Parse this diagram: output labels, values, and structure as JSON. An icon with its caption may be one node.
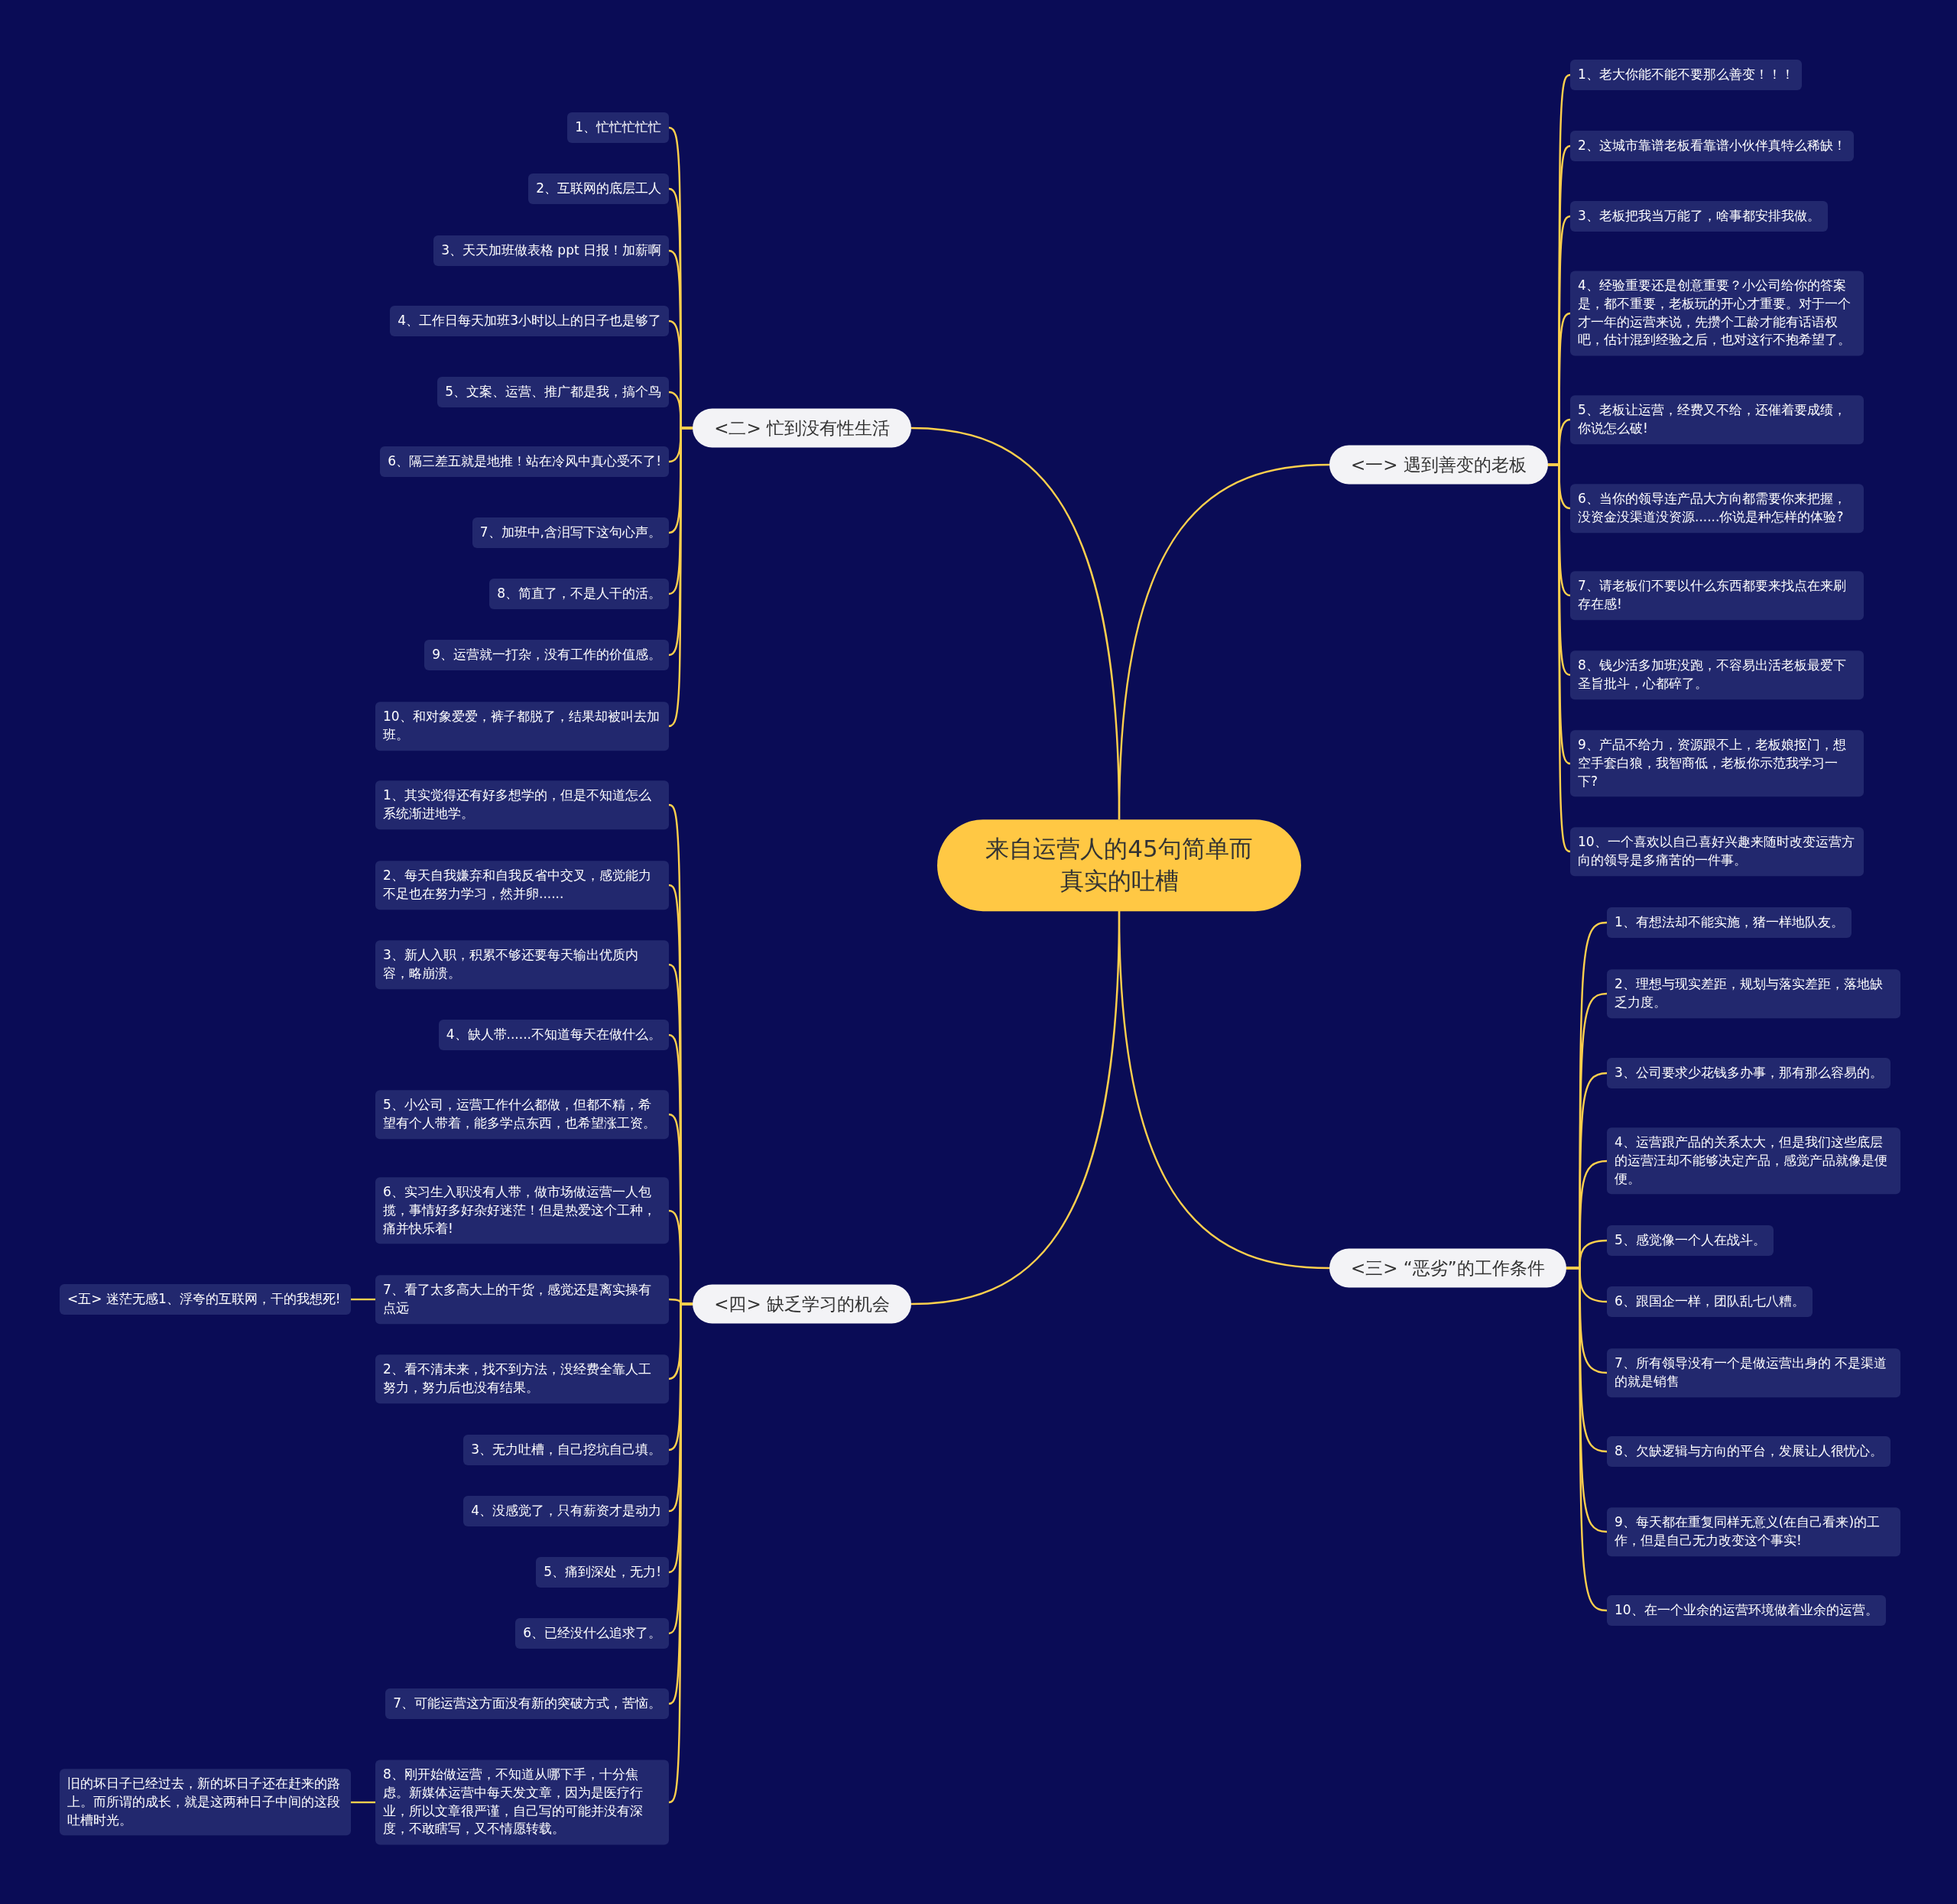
{
  "diagram": {
    "nodes": [
      {
        "text": [
          "来自运营人的45句简单而真实的吐槽"
        ]
      },
      {
        "text": [
          "<一> 遇到善变的老板"
        ]
      },
      {
        "text": [
          "1、老大你能不能不要那么善变！！！"
        ]
      },
      {
        "text": [
          "2、这城市靠谱老板看靠谱小伙伴真特么稀缺！"
        ]
      },
      {
        "text": [
          "3、老板把我当万能了，啥事都安排我做。"
        ]
      },
      {
        "text": [
          "4、经验重要还是创意重要？小公司给你的答案是，都不重要，老板玩的开心才重要。对于一个才一年的运营来说，先攒个工龄才能有话语权吧，估计混到经验之后，也对这行不抱希望了。"
        ]
      },
      {
        "text": [
          "5、老板让运营，经费又不给，还催着要成绩，你说怎么破!"
        ]
      },
      {
        "text": [
          "6、当你的领导连产品大方向都需要你来把握，没资金没渠道没资源......你说是种怎样的体验?"
        ]
      },
      {
        "text": [
          "7、请老板们不要以什么东西都要来找点在来刷存在感!"
        ]
      },
      {
        "text": [
          "8、钱少活多加班没跑，不容易出活老板最爱下圣旨批斗，心都碎了。"
        ]
      },
      {
        "text": [
          "9、产品不给力，资源跟不上，老板娘抠门，想空手套白狼，我智商低，老板你示范我学习一下?"
        ]
      },
      {
        "text": [
          "10、一个喜欢以自己喜好兴趣来随时改变运营方向的领导是多痛苦的一件事。"
        ]
      },
      {
        "text": [
          "<二> 忙到没有性生活"
        ]
      },
      {
        "text": [
          "1、忙忙忙忙忙"
        ]
      },
      {
        "text": [
          "2、互联网的底层工人"
        ]
      },
      {
        "text": [
          "3、天天加班做表格 ppt 日报！加薪啊"
        ]
      },
      {
        "text": [
          "4、工作日每天加班3小时以上的日子也是够了"
        ]
      },
      {
        "text": [
          "5、文案、运营、推广都是我，搞个鸟"
        ]
      },
      {
        "text": [
          "6、隔三差五就是地推！站在冷风中真心受不了!"
        ]
      },
      {
        "text": [
          "7、加班中,含泪写下这句心声。"
        ]
      },
      {
        "text": [
          "8、简直了，不是人干的活。"
        ]
      },
      {
        "text": [
          "9、运营就一打杂，没有工作的价值感。"
        ]
      },
      {
        "text": [
          "10、和对象爱爱，裤子都脱了，结果却被叫去加班。"
        ]
      },
      {
        "text": [
          "<三> “恶劣”的工作条件"
        ]
      },
      {
        "text": [
          "1、有想法却不能实施，猪一样地队友。"
        ]
      },
      {
        "text": [
          "2、理想与现实差距，规划与落实差距，落地缺乏力度。"
        ]
      },
      {
        "text": [
          "3、公司要求少花钱多办事，那有那么容易的。"
        ]
      },
      {
        "text": [
          "4、运营跟产品的关系太大，但是我们这些底层的运营汪却不能够决定产品，感觉产品就像是便便。"
        ]
      },
      {
        "text": [
          "5、感觉像一个人在战斗。"
        ]
      },
      {
        "text": [
          "6、跟国企一样，团队乱七八糟。"
        ]
      },
      {
        "text": [
          "7、所有领导没有一个是做运营出身的 不是渠道的就是销售"
        ]
      },
      {
        "text": [
          "8、欠缺逻辑与方向的平台，发展让人很忧心。"
        ]
      },
      {
        "text": [
          "9、每天都在重复同样无意义(在自己看来)的工作，但是自己无力改变这个事实!"
        ]
      },
      {
        "text": [
          "10、在一个业余的运营环境做着业余的运营。"
        ]
      },
      {
        "text": [
          "<四> 缺乏学习的机会"
        ]
      },
      {
        "text": [
          "1、其实觉得还有好多想学的，但是不知道怎么系统渐进地学。"
        ]
      },
      {
        "text": [
          "2、每天自我嫌弃和自我反省中交叉，感觉能力不足也在努力学习，然并卵......"
        ]
      },
      {
        "text": [
          "3、新人入职，积累不够还要每天输出优质内容，略崩溃。"
        ]
      },
      {
        "text": [
          "4、缺人带......不知道每天在做什么。"
        ]
      },
      {
        "text": [
          "5、小公司，运营工作什么都做，但都不精，希望有个人带着，能多学点东西，也希望涨工资。"
        ]
      },
      {
        "text": [
          "6、实习生入职没有人带，做市场做运营一人包揽，事情好多好杂好迷茫！但是热爱这个工种，痛并快乐着!"
        ]
      },
      {
        "text": [
          "7、看了太多高大上的干货，感觉还是离实操有点远"
        ]
      },
      {
        "text": [
          "2、看不清未来，找不到方法，没经费全靠人工努力，努力后也没有结果。"
        ]
      },
      {
        "text": [
          "3、无力吐槽，自己挖坑自己填。"
        ]
      },
      {
        "text": [
          "4、没感觉了，只有薪资才是动力"
        ]
      },
      {
        "text": [
          "5、痛到深处，无力!"
        ]
      },
      {
        "text": [
          "6、已经没什么追求了。"
        ]
      },
      {
        "text": [
          "7、可能运营这方面没有新的突破方式，苦恼。"
        ]
      },
      {
        "text": [
          "8、刚开始做运营，不知道从哪下手，十分焦虑。新媒体运营中每天发文章，因为是医疗行业，所以文章很严谨，自己写的可能并没有深度，不敢瞎写，又不情愿转载。"
        ]
      },
      {
        "text": [
          "<五> 迷茫无感1、浮夸的互联网，干的我想死!"
        ]
      },
      {
        "text": [
          "旧的坏日子已经过去，新的坏日子还在赶来的路上。而所谓的成长，就是这两种日子中间的这段吐槽时光。"
        ]
      }
    ],
    "edges": [
      {
        "from": 0,
        "to": 1,
        "arrow": "none"
      },
      {
        "from": 1,
        "to": 2,
        "arrow": "none"
      },
      {
        "from": 1,
        "to": 3,
        "arrow": "none"
      },
      {
        "from": 1,
        "to": 4,
        "arrow": "none"
      },
      {
        "from": 1,
        "to": 5,
        "arrow": "none"
      },
      {
        "from": 1,
        "to": 6,
        "arrow": "none"
      },
      {
        "from": 1,
        "to": 7,
        "arrow": "none"
      },
      {
        "from": 1,
        "to": 8,
        "arrow": "none"
      },
      {
        "from": 1,
        "to": 9,
        "arrow": "none"
      },
      {
        "from": 1,
        "to": 10,
        "arrow": "none"
      },
      {
        "from": 1,
        "to": 11,
        "arrow": "none"
      },
      {
        "from": 0,
        "to": 12,
        "arrow": "none"
      },
      {
        "from": 12,
        "to": 13,
        "arrow": "none"
      },
      {
        "from": 12,
        "to": 14,
        "arrow": "none"
      },
      {
        "from": 12,
        "to": 15,
        "arrow": "none"
      },
      {
        "from": 12,
        "to": 16,
        "arrow": "none"
      },
      {
        "from": 12,
        "to": 17,
        "arrow": "none"
      },
      {
        "from": 12,
        "to": 18,
        "arrow": "none"
      },
      {
        "from": 12,
        "to": 19,
        "arrow": "none"
      },
      {
        "from": 12,
        "to": 20,
        "arrow": "none"
      },
      {
        "from": 12,
        "to": 21,
        "arrow": "none"
      },
      {
        "from": 12,
        "to": 22,
        "arrow": "none"
      },
      {
        "from": 0,
        "to": 23,
        "arrow": "none"
      },
      {
        "from": 23,
        "to": 24,
        "arrow": "none"
      },
      {
        "from": 23,
        "to": 25,
        "arrow": "none"
      },
      {
        "from": 23,
        "to": 26,
        "arrow": "none"
      },
      {
        "from": 23,
        "to": 27,
        "arrow": "none"
      },
      {
        "from": 23,
        "to": 28,
        "arrow": "none"
      },
      {
        "from": 23,
        "to": 29,
        "arrow": "none"
      },
      {
        "from": 23,
        "to": 30,
        "arrow": "none"
      },
      {
        "from": 23,
        "to": 31,
        "arrow": "none"
      },
      {
        "from": 23,
        "to": 32,
        "arrow": "none"
      },
      {
        "from": 23,
        "to": 33,
        "arrow": "none"
      },
      {
        "from": 0,
        "to": 34,
        "arrow": "none"
      },
      {
        "from": 34,
        "to": 35,
        "arrow": "none"
      },
      {
        "from": 34,
        "to": 36,
        "arrow": "none"
      },
      {
        "from": 34,
        "to": 37,
        "arrow": "none"
      },
      {
        "from": 34,
        "to": 38,
        "arrow": "none"
      },
      {
        "from": 34,
        "to": 39,
        "arrow": "none"
      },
      {
        "from": 34,
        "to": 40,
        "arrow": "none"
      },
      {
        "from": 34,
        "to": 41,
        "arrow": "none"
      },
      {
        "from": 34,
        "to": 42,
        "arrow": "none"
      },
      {
        "from": 34,
        "to": 43,
        "arrow": "none"
      },
      {
        "from": 34,
        "to": 44,
        "arrow": "none"
      },
      {
        "from": 34,
        "to": 45,
        "arrow": "none"
      },
      {
        "from": 34,
        "to": 46,
        "arrow": "none"
      },
      {
        "from": 34,
        "to": 47,
        "arrow": "none"
      },
      {
        "from": 34,
        "to": 48,
        "arrow": "none"
      },
      {
        "from": 41,
        "to": 49,
        "arrow": "none"
      },
      {
        "from": 48,
        "to": 50,
        "arrow": "none"
      }
    ]
  }
}
